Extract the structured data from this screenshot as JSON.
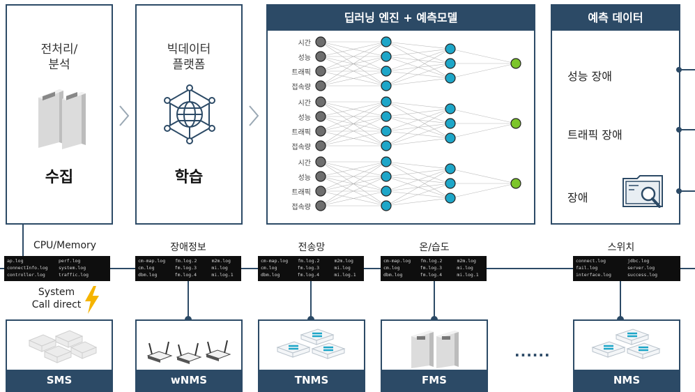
{
  "panels": {
    "collect": {
      "title": "전처리/\n분석",
      "main": "수집"
    },
    "learn": {
      "title": "빅데이터\n플랫폼",
      "main": "학습"
    },
    "engine": {
      "header": "딥러닝 엔진 + 예측모델",
      "inputs": [
        "시간",
        "성능",
        "트래픽",
        "접속량"
      ]
    },
    "predict": {
      "header": "예측 데이터",
      "items": [
        "성능 장애",
        "트래픽 장애",
        "장애"
      ]
    }
  },
  "bus_labels": [
    "CPU/Memory",
    "장애정보",
    "전송망",
    "온/습도",
    "스위치"
  ],
  "logs": [
    {
      "rows": [
        [
          "ap.log",
          "perf.log"
        ],
        [
          "connectInfo.log",
          "system.log"
        ],
        [
          "controller.log",
          "traffic.log"
        ]
      ]
    },
    {
      "rows": [
        [
          "cm-map.log",
          "fm.log.2",
          "m2m.log"
        ],
        [
          "cm.log",
          "fm.log.3",
          "mi.log"
        ],
        [
          "dbm.log",
          "fm.log.4",
          "mi.log.1"
        ]
      ]
    },
    {
      "rows": [
        [
          "cm-map.log",
          "fm.log.2",
          "m2m.log"
        ],
        [
          "cm.log",
          "fm.log.3",
          "mi.log"
        ],
        [
          "dbm.log",
          "fm.log.4",
          "mi.log.1"
        ]
      ]
    },
    {
      "rows": [
        [
          "cm-map.log",
          "fm.log.2",
          "m2m.log"
        ],
        [
          "cm.log",
          "fm.log.3",
          "mi.log"
        ],
        [
          "dbm.log",
          "fm.log.4",
          "mi.log.1"
        ]
      ]
    },
    {
      "rows": [
        [
          "connect.log",
          "jdbc.log"
        ],
        [
          "fail.log",
          "server.log"
        ],
        [
          "interface.log",
          "success.log"
        ]
      ]
    }
  ],
  "system_call": "System\nCall direct",
  "systems": [
    "SMS",
    "wNMS",
    "TNMS",
    "FMS",
    "NMS"
  ],
  "ellipsis": "......",
  "colors": {
    "navy": "#2c4a66",
    "cyan": "#1ea6c8",
    "green": "#7cc52a",
    "grey": "#6e6e6e",
    "bolt": "#f5b400"
  }
}
